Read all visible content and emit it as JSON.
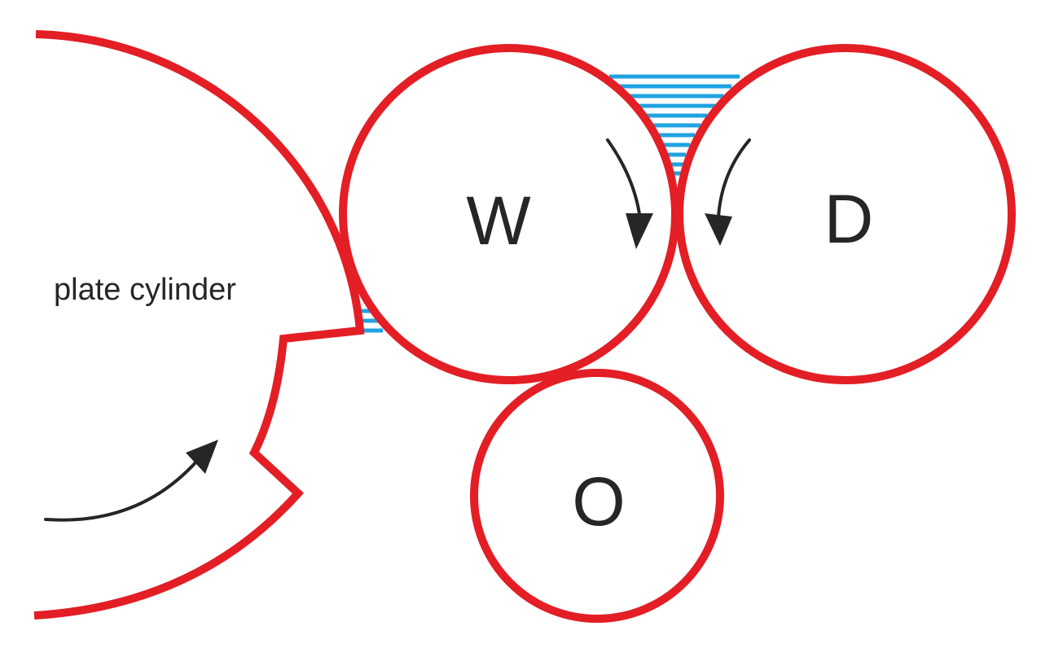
{
  "labels": {
    "plate": "plate cylinder",
    "water_roller": "W",
    "dampening_roller": "D",
    "oscillator_roller": "O"
  },
  "colors": {
    "roller_outline": "#e31e25",
    "fluid": "#1fa3e0",
    "arrow": "#262626",
    "text": "#262626"
  }
}
